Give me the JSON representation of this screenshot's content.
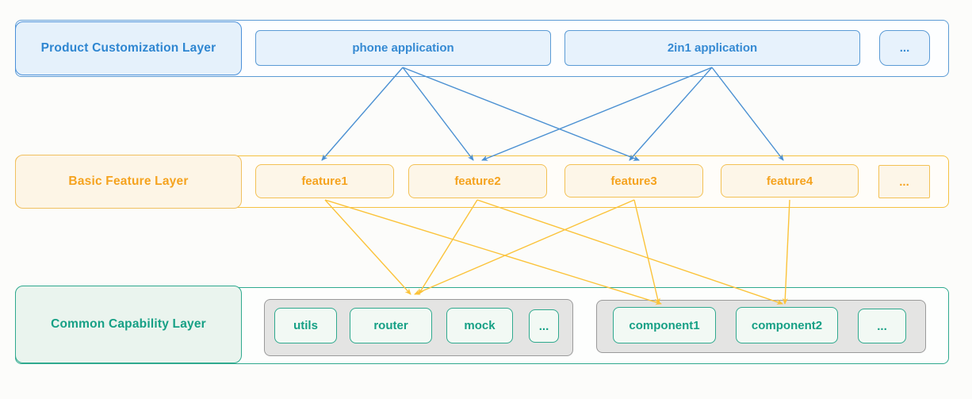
{
  "layers": {
    "product": {
      "label": "Product Customization Layer",
      "items": [
        {
          "label": "phone application"
        },
        {
          "label": "2in1 application"
        },
        {
          "label": "..."
        }
      ]
    },
    "feature": {
      "label": "Basic Feature Layer",
      "items": [
        {
          "label": "feature1"
        },
        {
          "label": "feature2"
        },
        {
          "label": "feature3"
        },
        {
          "label": "feature4"
        },
        {
          "label": "..."
        }
      ]
    },
    "capability": {
      "label": "Common Capability Layer",
      "groups": [
        {
          "name": "base-utilities-group",
          "items": [
            {
              "label": "utils"
            },
            {
              "label": "router"
            },
            {
              "label": "mock"
            },
            {
              "label": "..."
            }
          ]
        },
        {
          "name": "components-group",
          "items": [
            {
              "label": "component1"
            },
            {
              "label": "component2"
            },
            {
              "label": "..."
            }
          ]
        }
      ]
    }
  },
  "colors": {
    "blue_accent": "#358ad3",
    "blue_border": "#5b9bd5",
    "blue_fill": "#e7f2fc",
    "orange_accent": "#f5a31f",
    "orange_border": "#f3c154",
    "orange_fill": "#fdf6e8",
    "teal_accent": "#16a085",
    "teal_border": "#2fa98e",
    "teal_fill": "#f2f9f4",
    "group_fill": "#e4e4e3",
    "group_border": "#9a9a9a",
    "background": "#fcfcfa"
  },
  "arrows": {
    "blue": {
      "color": "#4a90d2",
      "edges": [
        {
          "from": "phone application",
          "to": "feature1",
          "points": [
            508,
            85,
            406,
            202
          ]
        },
        {
          "from": "phone application",
          "to": "feature2",
          "points": [
            508,
            85,
            597,
            202
          ]
        },
        {
          "from": "phone application",
          "to": "feature3",
          "points": [
            508,
            85,
            806,
            202
          ]
        },
        {
          "from": "2in1 application",
          "to": "feature2",
          "points": [
            898,
            85,
            608,
            202
          ]
        },
        {
          "from": "2in1 application",
          "to": "feature3",
          "points": [
            898,
            85,
            794,
            202
          ]
        },
        {
          "from": "2in1 application",
          "to": "feature4",
          "points": [
            898,
            85,
            988,
            202
          ]
        }
      ]
    },
    "yellow": {
      "color": "#fbc33a",
      "edges": [
        {
          "from": "feature1",
          "to": "base-utilities-group",
          "points": [
            410,
            252,
            518,
            371
          ]
        },
        {
          "from": "feature2",
          "to": "base-utilities-group",
          "points": [
            602,
            252,
            528,
            371
          ]
        },
        {
          "from": "feature3",
          "to": "base-utilities-group",
          "points": [
            800,
            252,
            523,
            371
          ]
        },
        {
          "from": "feature1",
          "to": "component1",
          "points": [
            410,
            252,
            834,
            383
          ]
        },
        {
          "from": "feature3",
          "to": "component1",
          "points": [
            800,
            252,
            831,
            383
          ]
        },
        {
          "from": "feature2",
          "to": "component2",
          "points": [
            602,
            252,
            987,
            383
          ]
        },
        {
          "from": "feature4",
          "to": "component2",
          "points": [
            996,
            252,
            990,
            383
          ]
        }
      ]
    }
  }
}
